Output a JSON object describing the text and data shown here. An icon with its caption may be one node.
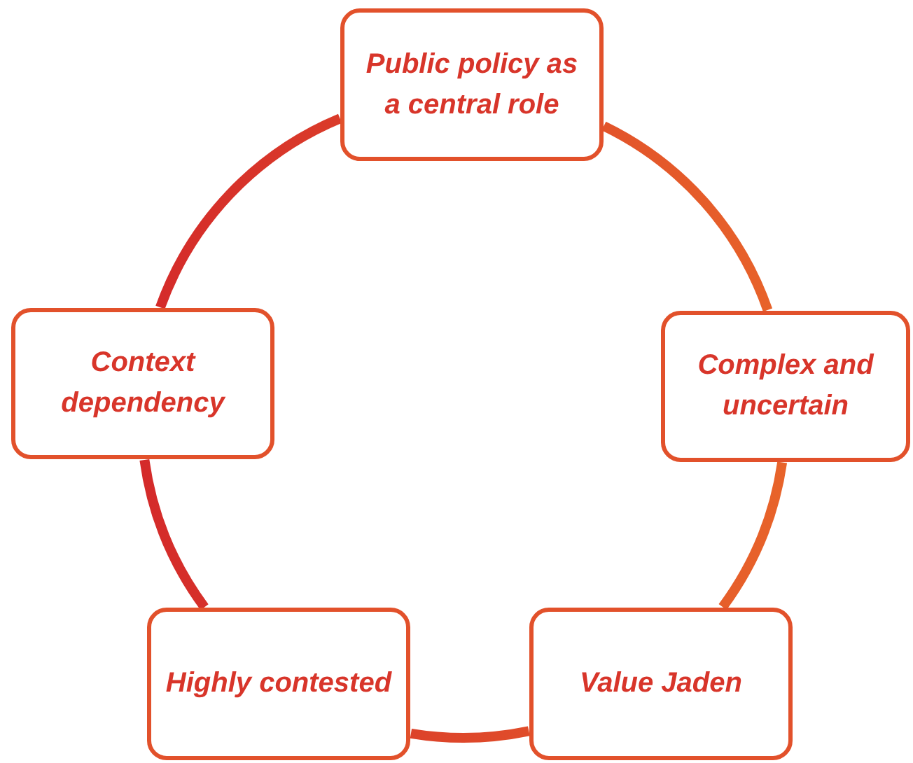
{
  "diagram": {
    "nodes": [
      {
        "text": [
          "Public policy as a central role"
        ]
      },
      {
        "text": [
          "Context dependency"
        ]
      },
      {
        "text": [
          "Complex and uncertain"
        ]
      },
      {
        "text": [
          "Highly contested"
        ]
      },
      {
        "text": [
          "Value Jaden"
        ]
      }
    ],
    "edges": [
      {
        "from": 0,
        "to": 2,
        "arrow": "none"
      },
      {
        "from": 2,
        "to": 4,
        "arrow": "none"
      },
      {
        "from": 4,
        "to": 3,
        "arrow": "none"
      },
      {
        "from": 3,
        "to": 1,
        "arrow": "none"
      },
      {
        "from": 1,
        "to": 0,
        "arrow": "none"
      }
    ]
  }
}
